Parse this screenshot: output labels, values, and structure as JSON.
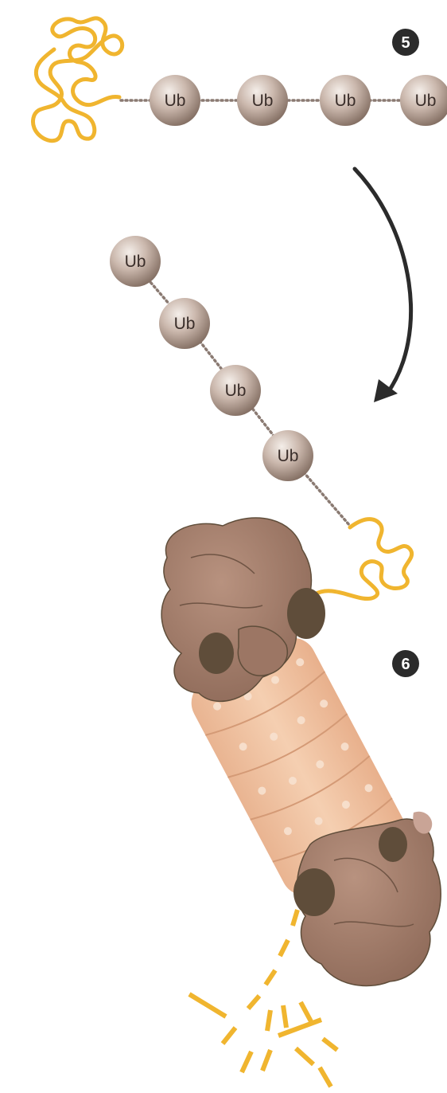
{
  "step_labels": [
    "5",
    "6"
  ],
  "ubiquitin_label": "Ub",
  "ubiquitin_chain_top_count": 4,
  "ubiquitin_chain_released_count": 4,
  "colors": {
    "protein_strand": "#f0b52f",
    "ubiquitin_sphere_light": "#f2ebe6",
    "ubiquitin_sphere_dark": "#7c675b",
    "linker_dots": "#8a7a72",
    "proteasome_cap": "#9c7664",
    "proteasome_cap_shadow": "#5f4d3a",
    "proteasome_core": "#efbf9c",
    "arrow": "#2b2b2b",
    "step_marker": "#2b2b2b"
  }
}
